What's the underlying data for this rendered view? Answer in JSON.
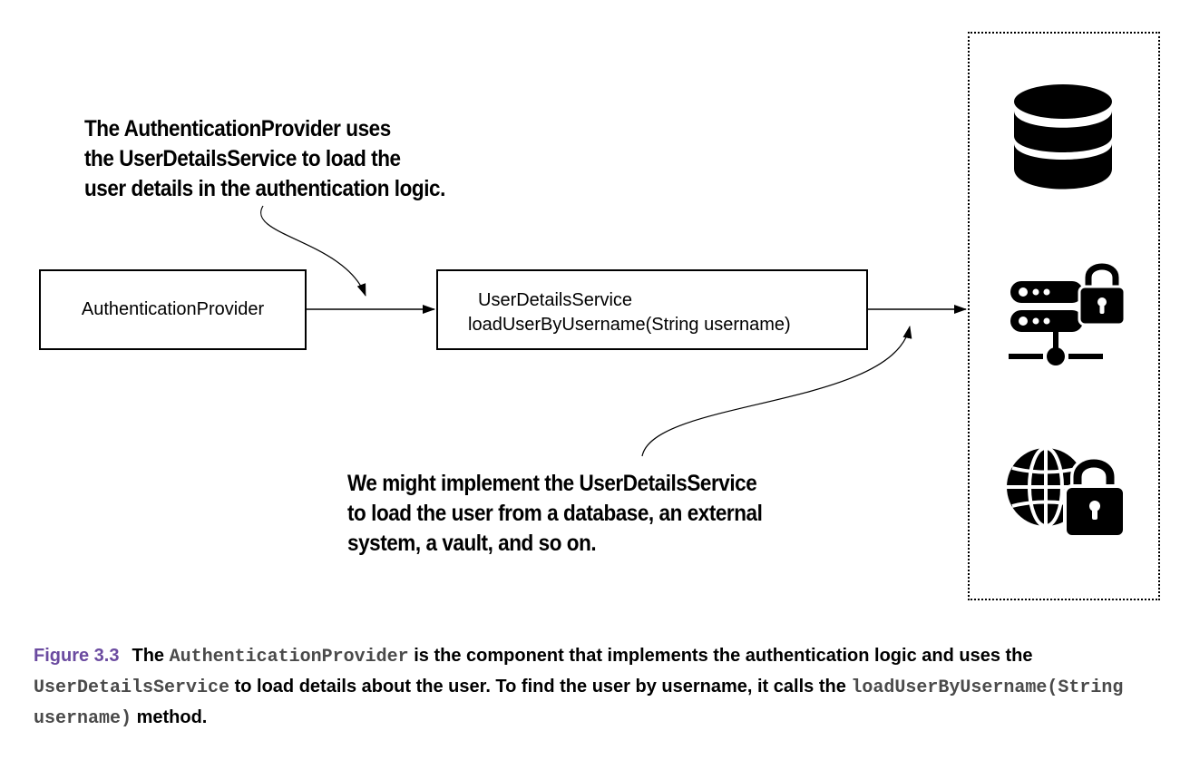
{
  "annotation_top": [
    "The AuthenticationProvider uses",
    "the UserDetailsService to load the",
    "user details in the authentication logic."
  ],
  "annotation_bottom": [
    "We might implement the UserDetailsService",
    "to load the user from a database, an external",
    "system, a vault, and so on."
  ],
  "provider_box": {
    "label": "AuthenticationProvider"
  },
  "service_box": {
    "name": "UserDetailsService",
    "method": "loadUserByUsername(String username)"
  },
  "storage_icons": [
    "database-icon",
    "server-lock-icon",
    "globe-lock-icon"
  ],
  "caption": {
    "label": "Figure 3.3",
    "seg1": "The ",
    "code1": "AuthenticationProvider",
    "seg2": " is the component that implements the authentication logic and uses the ",
    "code2": "UserDetailsService",
    "seg3": " to load details about the user. To find the user by username, it calls the ",
    "code3": "loadUserByUsername(String username)",
    "seg4": " method."
  },
  "colors": {
    "caption_label": "#6b4ba0",
    "caption_code": "#4a4a4a",
    "line": "#000000"
  }
}
